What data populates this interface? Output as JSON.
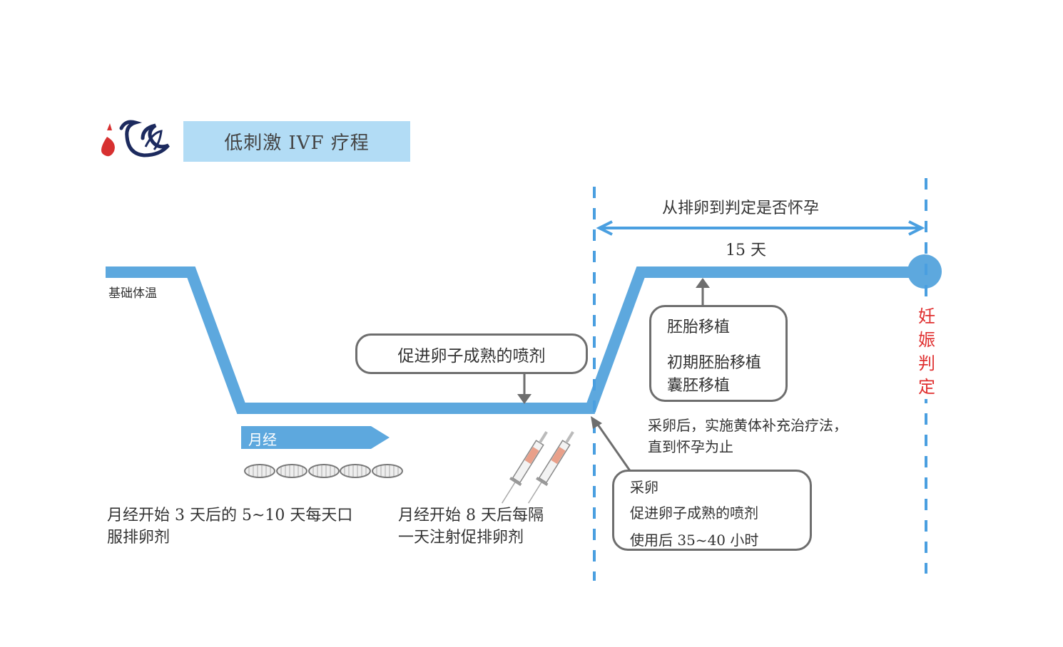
{
  "header": {
    "logo": "stork-logo",
    "title": "低刺激 IVF 疗程"
  },
  "diagram": {
    "temp_curve_label": "基础体温",
    "period_label": "月经",
    "spray_callout": "促进卵子成熟的喷剂",
    "interval_label": "从排卵到判定是否怀孕",
    "interval_days": "15 天",
    "transfer_callout": {
      "title": "胚胎移植",
      "line1": "初期胚胎移植",
      "line2": "囊胚移植"
    },
    "luteal_note": [
      "采卵后，实施黄体补充治疗法，",
      "直到怀孕为止"
    ],
    "retrieval_callout": {
      "title": "采卵",
      "line1": "促进卵子成熟的喷剂",
      "line2": "使用后 35~40 小时"
    },
    "oral_note": [
      "月经开始 3 天后的 5~10 天每天口",
      "服排卵剂"
    ],
    "injection_note": [
      "月经开始 8 天后每隔",
      "一天注射促排卵剂"
    ],
    "pregnancy_label": [
      "妊",
      "娠",
      "判",
      "定"
    ],
    "icons": [
      "pill-icon",
      "syringe-icon"
    ]
  },
  "colors": {
    "curve": "#5da8de",
    "dashed": "#4a9fe0",
    "title_bg": "#b2dcf5",
    "pregnancy_text": "#e03030",
    "logo_red": "#d73030",
    "logo_navy": "#1c2a5e"
  }
}
